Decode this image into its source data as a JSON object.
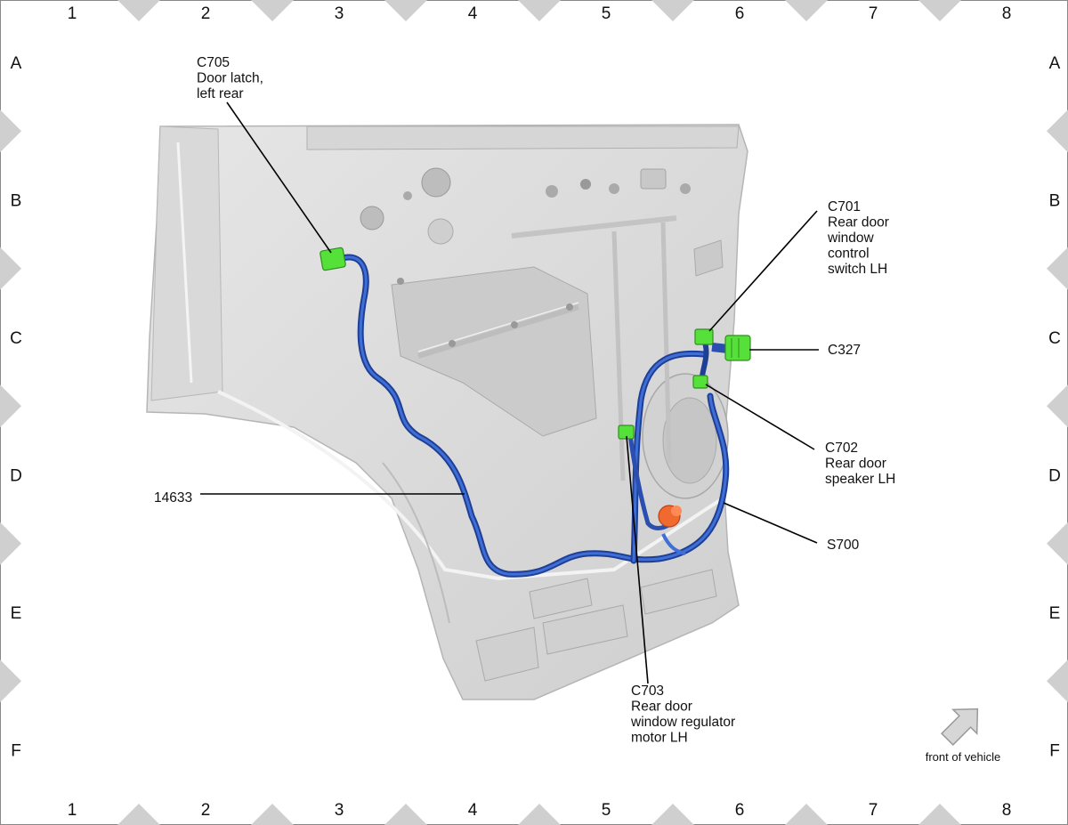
{
  "grid": {
    "columns": [
      "1",
      "2",
      "3",
      "4",
      "5",
      "6",
      "7",
      "8"
    ],
    "rows": [
      "A",
      "B",
      "C",
      "D",
      "E",
      "F"
    ]
  },
  "callouts": {
    "c705": [
      "C705",
      "Door latch,",
      "left rear"
    ],
    "c701": [
      "C701",
      "Rear door",
      "window",
      "control",
      "switch LH"
    ],
    "c327": [
      "C327"
    ],
    "c702": [
      "C702",
      "Rear door",
      "speaker LH"
    ],
    "s700": [
      "S700"
    ],
    "harness": [
      "14633"
    ],
    "c703": [
      "C703",
      "Rear door",
      "window regulator",
      "motor LH"
    ]
  },
  "orientation": {
    "label": "front of vehicle",
    "icon": "arrow-up-right-icon"
  },
  "colors": {
    "harness": "#2f56b8",
    "connector": "#55e03a",
    "splice": "#f06a30",
    "panel": "#dcdcdc",
    "marker": "#cfcfcf"
  }
}
